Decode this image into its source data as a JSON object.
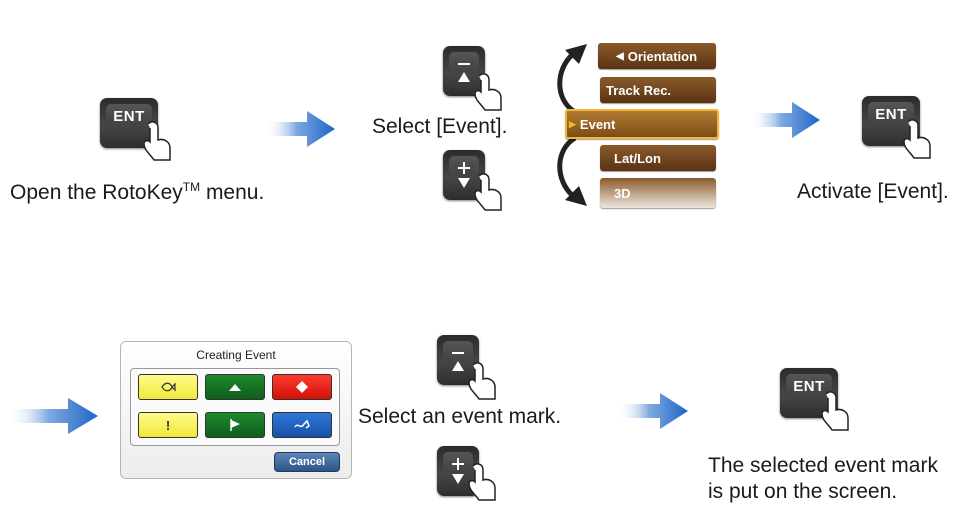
{
  "captions": {
    "open_menu": "Open the RotoKey",
    "open_menu_tm": "TM",
    "open_menu_end": " menu.",
    "select_event": "Select [Event].",
    "activate_event": "Activate [Event].",
    "select_mark": "Select an event mark.",
    "result_line1": "The selected event mark",
    "result_line2": "is put on the screen."
  },
  "keys": {
    "ent_label": "ENT"
  },
  "rotokey_menu": {
    "items": [
      "Orientation",
      "Track Rec.",
      "Event",
      "Lat/Lon",
      "3D"
    ],
    "selected": "Event"
  },
  "dialog": {
    "title": "Creating Event",
    "marks": [
      {
        "color": "yellow",
        "icon": "fish-icon"
      },
      {
        "color": "green",
        "icon": "shoal-icon"
      },
      {
        "color": "red",
        "icon": "diamond-icon"
      },
      {
        "color": "yellow",
        "icon": "exclamation-icon",
        "glyph": "!"
      },
      {
        "color": "green",
        "icon": "flag-icon"
      },
      {
        "color": "blue",
        "icon": "wave-icon"
      }
    ],
    "cancel_label": "Cancel"
  },
  "colors": {
    "arrow_blue": "#1e64c8",
    "menu_brown": "#6e4219",
    "menu_selected_border": "#f2b632"
  }
}
